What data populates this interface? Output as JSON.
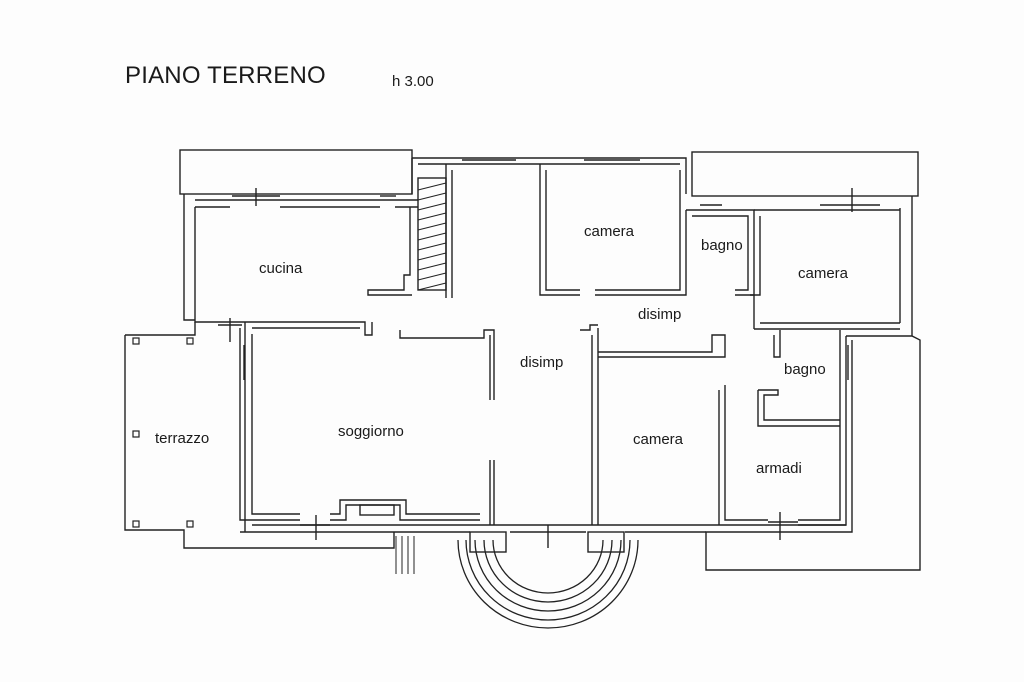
{
  "header": {
    "title": "PIANO TERRENO",
    "height": "h 3.00"
  },
  "rooms": {
    "cucina": "cucina",
    "camera_top_center": "camera",
    "bagno_top": "bagno",
    "camera_top_right": "camera",
    "disimp_top": "disimp",
    "disimp_center": "disimp",
    "soggiorno": "soggiorno",
    "terrazzo": "terrazzo",
    "camera_bottom": "camera",
    "bagno_right": "bagno",
    "armadi": "armadi"
  },
  "colors": {
    "wall": "#222222",
    "background": "#fdfdfd"
  }
}
